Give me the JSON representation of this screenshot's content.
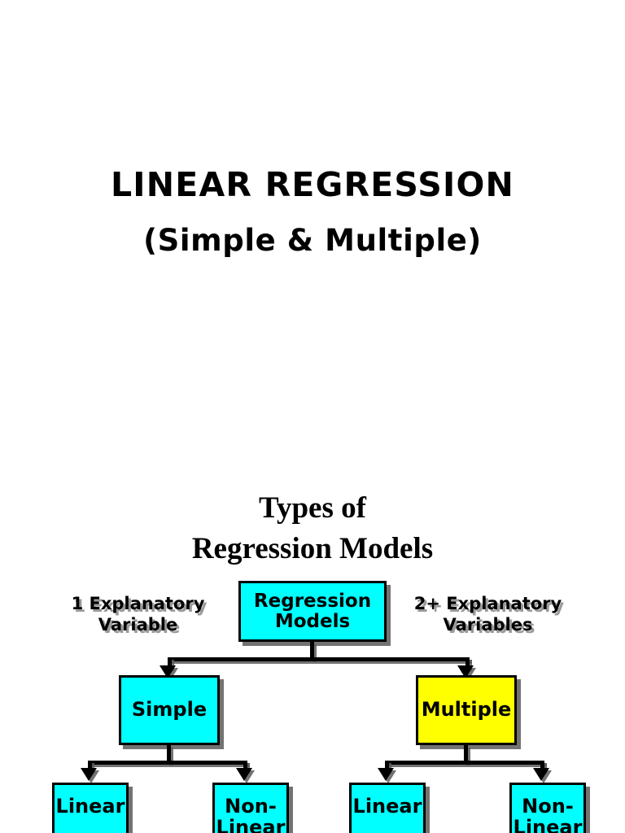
{
  "slide": {
    "background_color": "#ffffff",
    "title": {
      "line1": "LINEAR REGRESSION",
      "line2": "(Simple & Multiple)"
    },
    "diagram_heading": {
      "line1": "Types of",
      "line2": "Regression Models"
    }
  },
  "diagram": {
    "nodes": {
      "root": {
        "label": "Regression\nModels",
        "fill": "#00ffff",
        "border": "#000000"
      },
      "simple": {
        "label": "Simple",
        "fill": "#00ffff",
        "border": "#000000"
      },
      "multiple": {
        "label": "Multiple",
        "fill": "#ffff00",
        "border": "#000000"
      },
      "simple_linear": {
        "label": "Linear",
        "fill": "#00ffff",
        "border": "#000000"
      },
      "simple_nonlinear": {
        "label": "Non-\nLinear",
        "fill": "#00ffff",
        "border": "#000000"
      },
      "multiple_linear": {
        "label": "Linear",
        "fill": "#00ffff",
        "border": "#000000"
      },
      "multiple_nonlinear": {
        "label": "Non-\nLinear",
        "fill": "#00ffff",
        "border": "#000000"
      }
    },
    "annotations": {
      "left": "1 Explanatory\nVariable",
      "right": "2+ Explanatory\nVariables",
      "shadow_color": "#9a9a9a"
    }
  }
}
